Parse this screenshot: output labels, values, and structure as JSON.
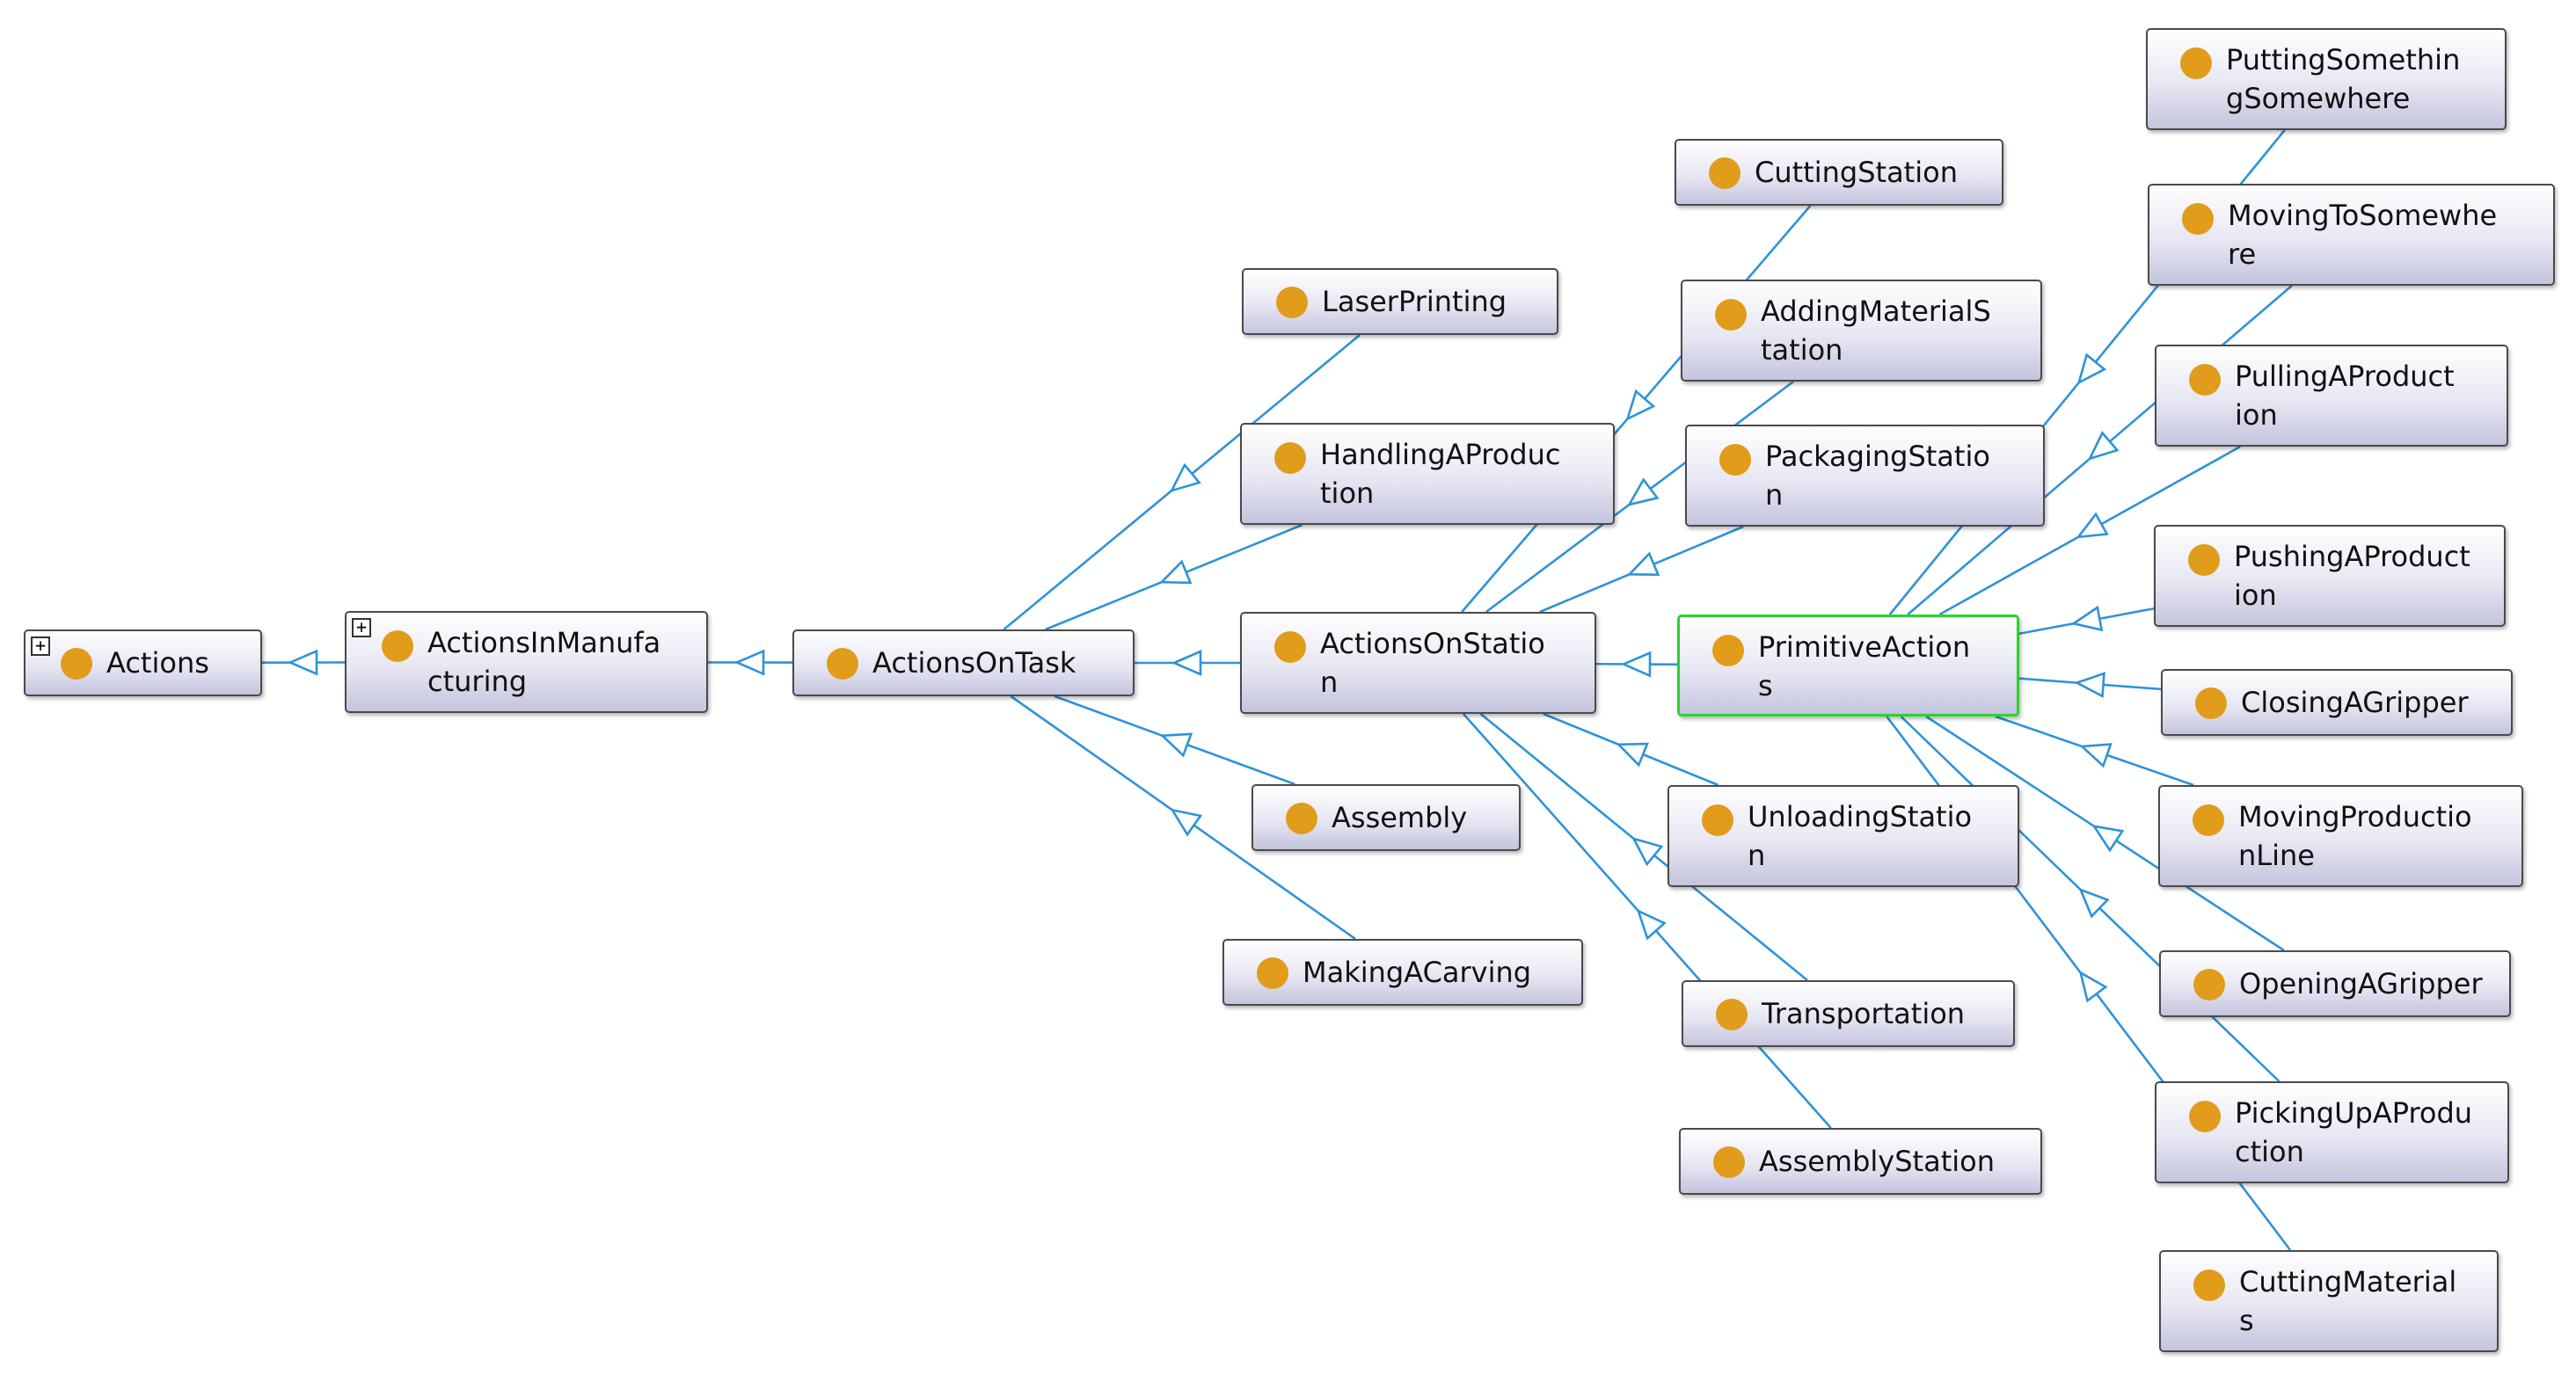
{
  "colors": {
    "edge": "#2e93d8",
    "node_border": "#4a4a4a",
    "selected_border": "#2ad42a",
    "class_icon": "#e09c1a"
  },
  "nodes": [
    {
      "id": "actions",
      "lines": [
        "Actions"
      ],
      "expander": "+",
      "icon": "class-icon"
    },
    {
      "id": "actionsinmanufacturing",
      "lines": [
        "ActionsInManufa",
        "cturing"
      ],
      "expander": "+",
      "icon": "class-icon"
    },
    {
      "id": "actionsontask",
      "lines": [
        "ActionsOnTask"
      ],
      "icon": "class-icon"
    },
    {
      "id": "laserprinting",
      "lines": [
        "LaserPrinting"
      ],
      "icon": "class-icon"
    },
    {
      "id": "handlingaproduction",
      "lines": [
        "HandlingAProduc",
        "tion"
      ],
      "icon": "class-icon"
    },
    {
      "id": "actionsonstation",
      "lines": [
        "ActionsOnStatio",
        "n"
      ],
      "icon": "class-icon"
    },
    {
      "id": "assembly",
      "lines": [
        "Assembly"
      ],
      "icon": "class-icon"
    },
    {
      "id": "makingacarving",
      "lines": [
        "MakingACarving"
      ],
      "icon": "class-icon"
    },
    {
      "id": "cuttingstation",
      "lines": [
        "CuttingStation"
      ],
      "icon": "class-icon"
    },
    {
      "id": "addingmaterialstation",
      "lines": [
        "AddingMaterialS",
        "tation"
      ],
      "icon": "class-icon"
    },
    {
      "id": "packagingstation",
      "lines": [
        "PackagingStatio",
        "n"
      ],
      "icon": "class-icon"
    },
    {
      "id": "primitiveactions",
      "lines": [
        "PrimitiveAction",
        "s"
      ],
      "selected": true,
      "icon": "class-icon"
    },
    {
      "id": "unloadingstation",
      "lines": [
        "UnloadingStatio",
        "n"
      ],
      "icon": "class-icon"
    },
    {
      "id": "transportation",
      "lines": [
        "Transportation"
      ],
      "icon": "class-icon"
    },
    {
      "id": "assemblystation",
      "lines": [
        "AssemblyStation"
      ],
      "icon": "class-icon"
    },
    {
      "id": "puttingsomethingsomewhere",
      "lines": [
        "PuttingSomethin",
        "gSomewhere"
      ],
      "icon": "class-icon"
    },
    {
      "id": "movingtosomewhere",
      "lines": [
        "MovingToSomewhe",
        "re"
      ],
      "icon": "class-icon"
    },
    {
      "id": "pullingaproduction",
      "lines": [
        "PullingAProduct",
        "ion"
      ],
      "icon": "class-icon"
    },
    {
      "id": "pushingaproduction",
      "lines": [
        "PushingAProduct",
        "ion"
      ],
      "icon": "class-icon"
    },
    {
      "id": "closingagripper",
      "lines": [
        "ClosingAGripper"
      ],
      "icon": "class-icon"
    },
    {
      "id": "movingproductionline",
      "lines": [
        "MovingProductio",
        "nLine"
      ],
      "icon": "class-icon"
    },
    {
      "id": "openingagripper",
      "lines": [
        "OpeningAGripper"
      ],
      "icon": "class-icon"
    },
    {
      "id": "pickingupaproduction",
      "lines": [
        "PickingUpAProdu",
        "ction"
      ],
      "icon": "class-icon"
    },
    {
      "id": "cuttingmaterials",
      "lines": [
        "CuttingMaterial",
        "s"
      ],
      "icon": "class-icon"
    }
  ],
  "edges": [
    [
      "actionsinmanufacturing",
      "actions"
    ],
    [
      "actionsontask",
      "actionsinmanufacturing"
    ],
    [
      "laserprinting",
      "actionsontask"
    ],
    [
      "handlingaproduction",
      "actionsontask"
    ],
    [
      "actionsonstation",
      "actionsontask"
    ],
    [
      "assembly",
      "actionsontask"
    ],
    [
      "makingacarving",
      "actionsontask"
    ],
    [
      "cuttingstation",
      "actionsonstation"
    ],
    [
      "addingmaterialstation",
      "actionsonstation"
    ],
    [
      "packagingstation",
      "actionsonstation"
    ],
    [
      "primitiveactions",
      "actionsonstation"
    ],
    [
      "unloadingstation",
      "actionsonstation"
    ],
    [
      "transportation",
      "actionsonstation"
    ],
    [
      "assemblystation",
      "actionsonstation"
    ],
    [
      "puttingsomethingsomewhere",
      "primitiveactions"
    ],
    [
      "movingtosomewhere",
      "primitiveactions"
    ],
    [
      "pullingaproduction",
      "primitiveactions"
    ],
    [
      "pushingaproduction",
      "primitiveactions"
    ],
    [
      "closingagripper",
      "primitiveactions"
    ],
    [
      "movingproductionline",
      "primitiveactions"
    ],
    [
      "openingagripper",
      "primitiveactions"
    ],
    [
      "pickingupaproduction",
      "primitiveactions"
    ],
    [
      "cuttingmaterials",
      "primitiveactions"
    ]
  ]
}
